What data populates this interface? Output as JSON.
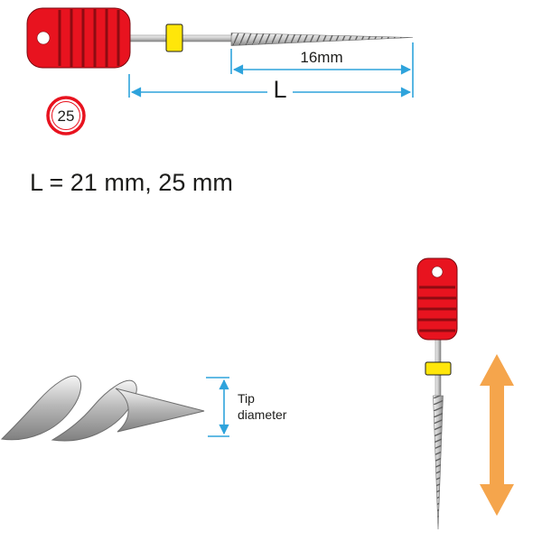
{
  "diagram": {
    "labels": {
      "working_length": "16mm",
      "total_length": "L",
      "tip_size": "25",
      "length_options": "L = 21 mm, 25 mm",
      "tip_diameter_line1": "Tip",
      "tip_diameter_line2": "diameter"
    },
    "colors": {
      "handle_red": "#e8131f",
      "handle_groove_red": "#8f0b12",
      "stop_yellow": "#ffe60a",
      "dimension_blue": "#2ea3dc",
      "arrow_orange": "#f5a54c",
      "text_black": "#1d1d1b",
      "metal_light": "#f2f2f2",
      "metal_dark": "#858585"
    }
  }
}
